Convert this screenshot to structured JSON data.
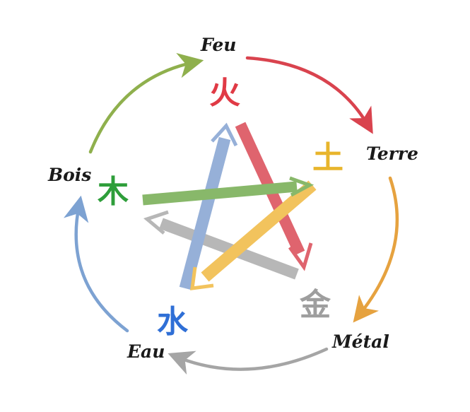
{
  "elements": [
    {
      "id": "fire",
      "name": "Feu",
      "glyph": "火",
      "color": "#e03a45"
    },
    {
      "id": "earth",
      "name": "Terre",
      "glyph": "土",
      "color": "#e8b52c"
    },
    {
      "id": "metal",
      "name": "Métal",
      "glyph": "金",
      "color": "#9e9e9e"
    },
    {
      "id": "water",
      "name": "Eau",
      "glyph": "水",
      "color": "#2f6fd6"
    },
    {
      "id": "wood",
      "name": "Bois",
      "glyph": "木",
      "color": "#2e9e3a"
    }
  ],
  "cycle_colors": {
    "fire_to_earth": "#d9434e",
    "earth_to_metal": "#e6a23f",
    "metal_to_water": "#a5a5a5",
    "water_to_wood": "#7da2d2",
    "wood_to_fire": "#8fb04d"
  },
  "star_colors": {
    "wood_to_earth": "#6fa94a",
    "earth_to_water": "#f0b63a",
    "water_to_fire": "#7f9fd0",
    "fire_to_metal": "#d8434f",
    "metal_to_wood": "#a8a8a8"
  }
}
